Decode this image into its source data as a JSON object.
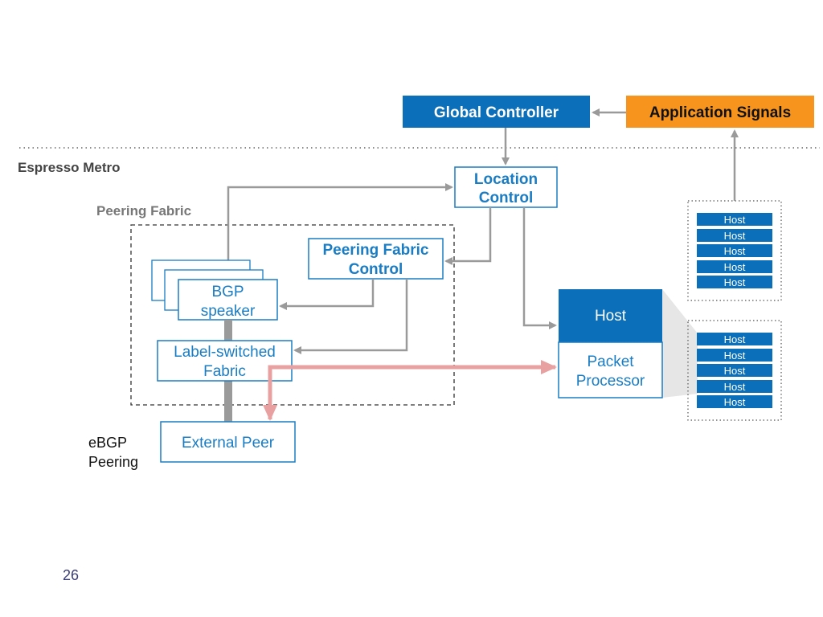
{
  "title": {
    "global_controller": "Global Controller",
    "application_signals": "Application Signals"
  },
  "regions": {
    "espresso_metro": "Espresso Metro",
    "peering_fabric": "Peering Fabric"
  },
  "boxes": {
    "location_control": [
      "Location",
      "Control"
    ],
    "peering_fabric_control": [
      "Peering Fabric",
      "Control"
    ],
    "bgp_speaker": [
      "BGP",
      "speaker"
    ],
    "label_switched_fabric": [
      "Label-switched",
      "Fabric"
    ],
    "external_peer": "External Peer",
    "host_header": "Host",
    "packet_processor": [
      "Packet",
      "Processor"
    ]
  },
  "ebgp_label": [
    "eBGP",
    "Peering"
  ],
  "host_stack_top": [
    "Host",
    "Host",
    "Host",
    "Host",
    "Host"
  ],
  "host_stack_bottom": [
    "Host",
    "Host",
    "Host",
    "Host",
    "Host"
  ],
  "colors": {
    "blue": "#0b6fba",
    "light_blue_text": "#1a7dc4",
    "orange": "#f7941d",
    "gray_line": "#9a9a9a",
    "red_arrow": "#e8a0a0"
  },
  "page_number": "26"
}
